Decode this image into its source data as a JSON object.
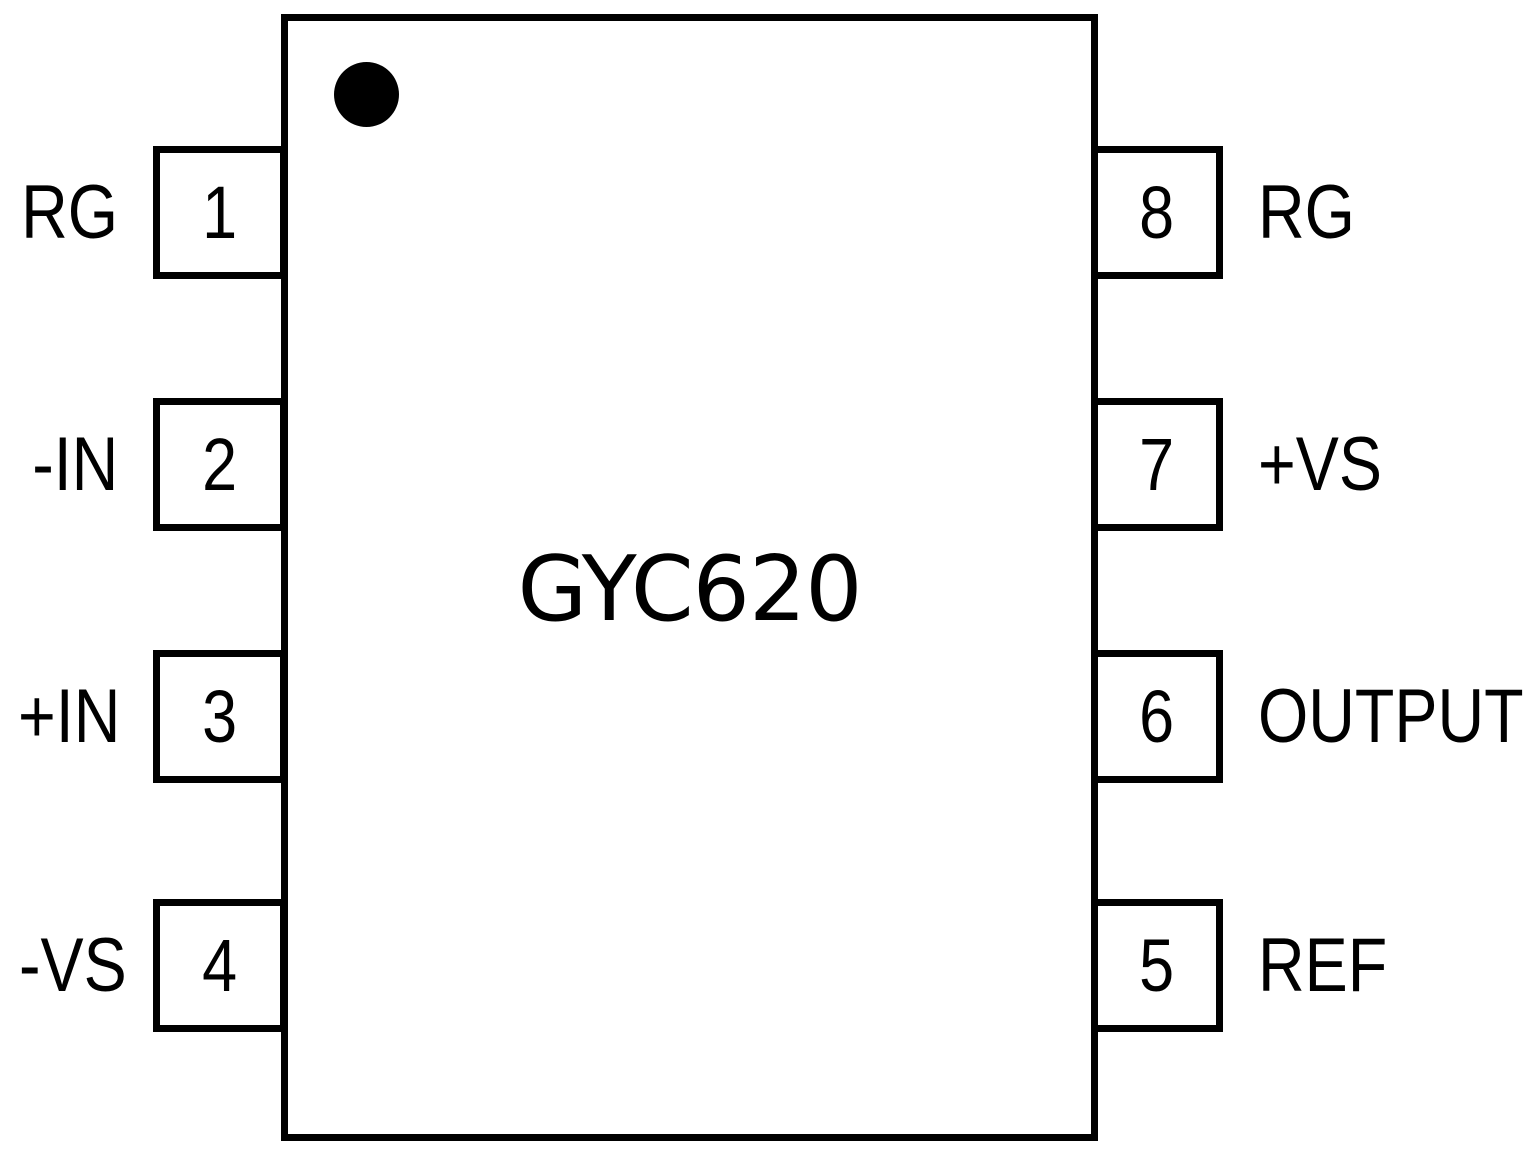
{
  "diagram": {
    "title": "GYC620",
    "pin1_indicator": "dot-icon",
    "colors": {
      "line": "#000000",
      "background": "#ffffff",
      "text": "#000000"
    },
    "pins_left": [
      {
        "number": "1",
        "label": "RG"
      },
      {
        "number": "2",
        "label": "-IN"
      },
      {
        "number": "3",
        "label": "+IN"
      },
      {
        "number": "4",
        "label": "-VS"
      }
    ],
    "pins_right": [
      {
        "number": "8",
        "label": "RG"
      },
      {
        "number": "7",
        "label": "+VS"
      },
      {
        "number": "6",
        "label": "OUTPUT"
      },
      {
        "number": "5",
        "label": "REF"
      }
    ]
  }
}
